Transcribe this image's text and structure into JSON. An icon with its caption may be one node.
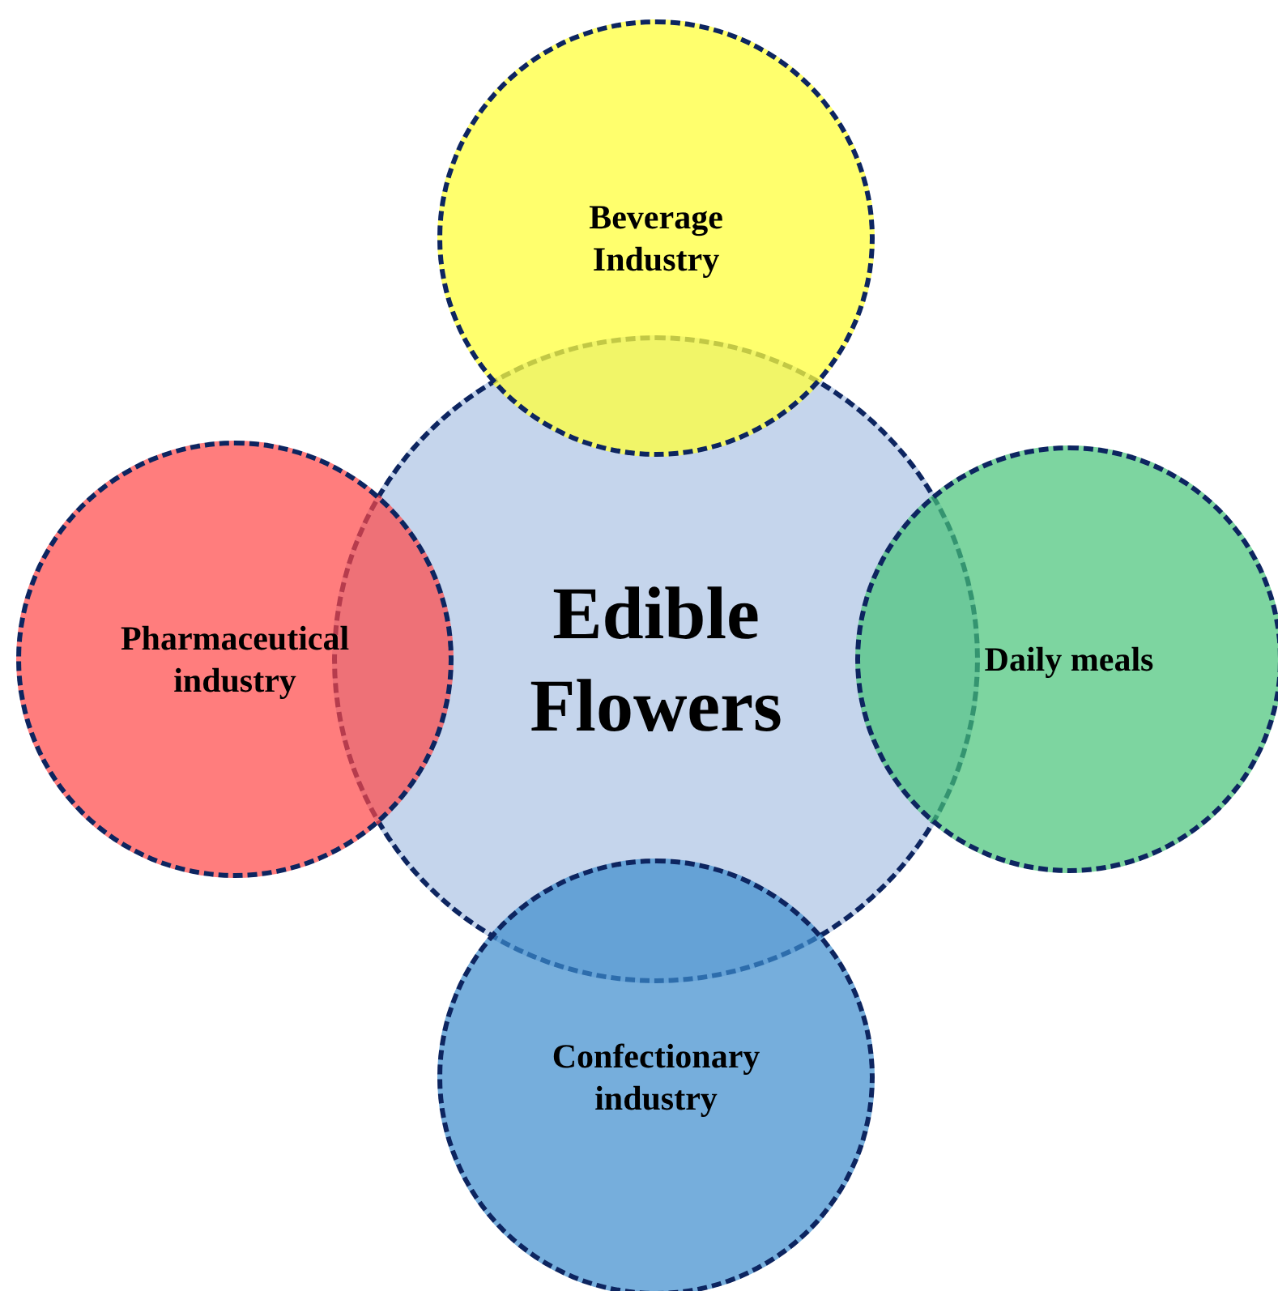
{
  "diagram": {
    "nodes": [
      {
        "text": [
          "Edible Flowers"
        ]
      },
      {
        "text": [
          "Beverage Industry"
        ]
      },
      {
        "text": [
          "Pharmaceutical industry"
        ]
      },
      {
        "text": [
          "Daily meals"
        ]
      },
      {
        "text": [
          "Confectionary industry"
        ]
      }
    ]
  }
}
